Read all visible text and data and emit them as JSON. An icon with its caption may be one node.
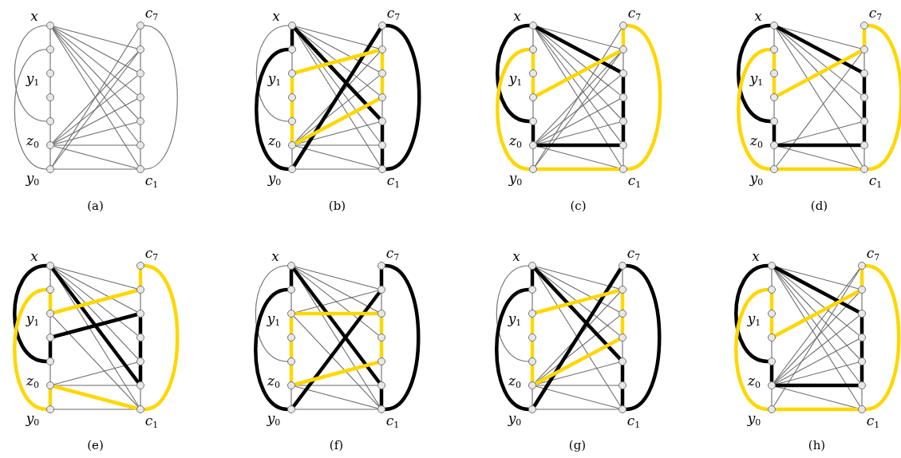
{
  "diagram": {
    "nodes": [
      {
        "text": [],
        "shape": "circle",
        "beside": [
          "x"
        ]
      },
      {
        "text": [],
        "shape": "circle"
      },
      {
        "text": [],
        "shape": "circle",
        "beside": [
          "y$_{1}$"
        ]
      },
      {
        "text": [],
        "shape": "circle"
      },
      {
        "text": [],
        "shape": "circle"
      },
      {
        "text": [],
        "shape": "circle",
        "beside": [
          "z$_{0}$"
        ]
      },
      {
        "text": [],
        "shape": "circle",
        "beside": [
          "y$_{0}$"
        ]
      },
      {
        "text": [],
        "shape": "circle",
        "beside": [
          "c$_{7}$"
        ]
      },
      {
        "text": [],
        "shape": "circle"
      },
      {
        "text": [],
        "shape": "circle"
      },
      {
        "text": [],
        "shape": "circle"
      },
      {
        "text": [],
        "shape": "circle"
      },
      {
        "text": [],
        "shape": "circle"
      },
      {
        "text": [],
        "shape": "circle",
        "beside": [
          "c$_{1}$"
        ]
      },
      {
        "text": [],
        "shape": "circle",
        "beside": [
          "x"
        ]
      },
      {
        "text": [],
        "shape": "circle"
      },
      {
        "text": [],
        "shape": "circle",
        "beside": [
          "y$_{1}$"
        ]
      },
      {
        "text": [],
        "shape": "circle"
      },
      {
        "text": [],
        "shape": "circle"
      },
      {
        "text": [],
        "shape": "circle",
        "beside": [
          "z$_{0}$"
        ]
      },
      {
        "text": [],
        "shape": "circle",
        "beside": [
          "y$_{0}$"
        ]
      },
      {
        "text": [],
        "shape": "circle",
        "beside": [
          "c$_{7}$"
        ]
      },
      {
        "text": [],
        "shape": "circle"
      },
      {
        "text": [],
        "shape": "circle"
      },
      {
        "text": [],
        "shape": "circle"
      },
      {
        "text": [],
        "shape": "circle"
      },
      {
        "text": [],
        "shape": "circle"
      },
      {
        "text": [],
        "shape": "circle",
        "beside": [
          "c$_{1}$"
        ]
      },
      {
        "text": [],
        "shape": "circle",
        "beside": [
          "x"
        ]
      },
      {
        "text": [],
        "shape": "circle"
      },
      {
        "text": [],
        "shape": "circle",
        "beside": [
          "y$_{1}$"
        ]
      },
      {
        "text": [],
        "shape": "circle"
      },
      {
        "text": [],
        "shape": "circle"
      },
      {
        "text": [],
        "shape": "circle",
        "beside": [
          "z$_{0}$"
        ]
      },
      {
        "text": [],
        "shape": "circle",
        "beside": [
          "y$_{0}$"
        ]
      },
      {
        "text": [],
        "shape": "circle",
        "beside": [
          "c$_{7}$"
        ]
      },
      {
        "text": [],
        "shape": "circle"
      },
      {
        "text": [],
        "shape": "circle"
      },
      {
        "text": [],
        "shape": "circle"
      },
      {
        "text": [],
        "shape": "circle"
      },
      {
        "text": [],
        "shape": "circle"
      },
      {
        "text": [],
        "shape": "circle",
        "beside": [
          "c$_{1}$"
        ]
      },
      {
        "text": [],
        "shape": "circle",
        "beside": [
          "x"
        ]
      },
      {
        "text": [],
        "shape": "circle"
      },
      {
        "text": [],
        "shape": "circle",
        "beside": [
          "y$_{1}$"
        ]
      },
      {
        "text": [],
        "shape": "circle"
      },
      {
        "text": [],
        "shape": "circle"
      },
      {
        "text": [],
        "shape": "circle",
        "beside": [
          "z$_{0}$"
        ]
      },
      {
        "text": [],
        "shape": "circle",
        "beside": [
          "y$_{0}$"
        ]
      },
      {
        "text": [],
        "shape": "circle",
        "beside": [
          "c$_{7}$"
        ]
      },
      {
        "text": [],
        "shape": "circle"
      },
      {
        "text": [],
        "shape": "circle"
      },
      {
        "text": [],
        "shape": "circle"
      },
      {
        "text": [],
        "shape": "circle"
      },
      {
        "text": [],
        "shape": "circle"
      },
      {
        "text": [],
        "shape": "circle",
        "beside": [
          "c$_{1}$"
        ]
      },
      {
        "text": [],
        "shape": "circle",
        "beside": [
          "x"
        ]
      },
      {
        "text": [],
        "shape": "circle"
      },
      {
        "text": [],
        "shape": "circle",
        "beside": [
          "y$_{1}$"
        ]
      },
      {
        "text": [],
        "shape": "circle"
      },
      {
        "text": [],
        "shape": "circle"
      },
      {
        "text": [],
        "shape": "circle",
        "beside": [
          "z$_{0}$"
        ]
      },
      {
        "text": [],
        "shape": "circle",
        "beside": [
          "y$_{0}$"
        ]
      },
      {
        "text": [],
        "shape": "circle",
        "beside": [
          "c$_{7}$"
        ]
      },
      {
        "text": [],
        "shape": "circle"
      },
      {
        "text": [],
        "shape": "circle"
      },
      {
        "text": [],
        "shape": "circle"
      },
      {
        "text": [],
        "shape": "circle"
      },
      {
        "text": [],
        "shape": "circle"
      },
      {
        "text": [],
        "shape": "circle",
        "beside": [
          "c$_{1}$"
        ]
      },
      {
        "text": [],
        "shape": "circle",
        "beside": [
          "x"
        ]
      },
      {
        "text": [],
        "shape": "circle"
      },
      {
        "text": [],
        "shape": "circle",
        "beside": [
          "y$_{1}$"
        ]
      },
      {
        "text": [],
        "shape": "circle"
      },
      {
        "text": [],
        "shape": "circle"
      },
      {
        "text": [],
        "shape": "circle",
        "beside": [
          "z$_{0}$"
        ]
      },
      {
        "text": [],
        "shape": "circle",
        "beside": [
          "y$_{0}$"
        ]
      },
      {
        "text": [],
        "shape": "circle",
        "beside": [
          "c$_{7}$"
        ]
      },
      {
        "text": [],
        "shape": "circle"
      },
      {
        "text": [],
        "shape": "circle"
      },
      {
        "text": [],
        "shape": "circle"
      },
      {
        "text": [],
        "shape": "circle"
      },
      {
        "text": [],
        "shape": "circle"
      },
      {
        "text": [],
        "shape": "circle",
        "beside": [
          "c$_{1}$"
        ]
      },
      {
        "text": [],
        "shape": "circle",
        "beside": [
          "x"
        ]
      },
      {
        "text": [],
        "shape": "circle"
      },
      {
        "text": [],
        "shape": "circle",
        "beside": [
          "y$_{1}$"
        ]
      },
      {
        "text": [],
        "shape": "circle"
      },
      {
        "text": [],
        "shape": "circle"
      },
      {
        "text": [],
        "shape": "circle",
        "beside": [
          "z$_{0}$"
        ]
      },
      {
        "text": [],
        "shape": "circle",
        "beside": [
          "y$_{0}$"
        ]
      },
      {
        "text": [],
        "shape": "circle",
        "beside": [
          "c$_{7}$"
        ]
      },
      {
        "text": [],
        "shape": "circle"
      },
      {
        "text": [],
        "shape": "circle"
      },
      {
        "text": [],
        "shape": "circle"
      },
      {
        "text": [],
        "shape": "circle"
      },
      {
        "text": [],
        "shape": "circle"
      },
      {
        "text": [],
        "shape": "circle",
        "beside": [
          "c$_{1}$"
        ]
      },
      {
        "text": [],
        "shape": "circle",
        "beside": [
          "x"
        ]
      },
      {
        "text": [],
        "shape": "circle"
      },
      {
        "text": [],
        "shape": "circle",
        "beside": [
          "y$_{1}$"
        ]
      },
      {
        "text": [],
        "shape": "circle"
      },
      {
        "text": [],
        "shape": "circle"
      },
      {
        "text": [],
        "shape": "circle",
        "beside": [
          "z$_{0}$"
        ]
      },
      {
        "text": [],
        "shape": "circle",
        "beside": [
          "y$_{0}$"
        ]
      },
      {
        "text": [],
        "shape": "circle",
        "beside": [
          "c$_{7}$"
        ]
      },
      {
        "text": [],
        "shape": "circle"
      },
      {
        "text": [],
        "shape": "circle"
      },
      {
        "text": [],
        "shape": "circle"
      },
      {
        "text": [],
        "shape": "circle"
      },
      {
        "text": [],
        "shape": "circle"
      },
      {
        "text": [],
        "shape": "circle",
        "beside": [
          "c$_{1}$"
        ]
      }
    ],
    "edges": [
      {
        "from": 0,
        "to": 1,
        "arrow": "none"
      },
      {
        "from": 1,
        "to": 2,
        "arrow": "none"
      },
      {
        "from": 2,
        "to": 3,
        "arrow": "none"
      },
      {
        "from": 3,
        "to": 4,
        "arrow": "none"
      },
      {
        "from": 4,
        "to": 5,
        "arrow": "none"
      },
      {
        "from": 5,
        "to": 6,
        "arrow": "none"
      },
      {
        "from": 7,
        "to": 8,
        "arrow": "none"
      },
      {
        "from": 8,
        "to": 9,
        "arrow": "none"
      },
      {
        "from": 9,
        "to": 10,
        "arrow": "none"
      },
      {
        "from": 10,
        "to": 11,
        "arrow": "none"
      },
      {
        "from": 11,
        "to": 12,
        "arrow": "none"
      },
      {
        "from": 12,
        "to": 13,
        "arrow": "none"
      },
      {
        "from": 0,
        "to": 4,
        "arrow": "none"
      },
      {
        "from": 1,
        "to": 6,
        "arrow": "none"
      },
      {
        "from": 7,
        "to": 13,
        "arrow": "none"
      },
      {
        "from": 0,
        "to": 8,
        "arrow": "none"
      },
      {
        "from": 0,
        "to": 9,
        "arrow": "none"
      },
      {
        "from": 0,
        "to": 10,
        "arrow": "none"
      },
      {
        "from": 0,
        "to": 11,
        "arrow": "none"
      },
      {
        "from": 0,
        "to": 12,
        "arrow": "none"
      },
      {
        "from": 0,
        "to": 13,
        "arrow": "none"
      },
      {
        "from": 5,
        "to": 8,
        "arrow": "none"
      },
      {
        "from": 5,
        "to": 9,
        "arrow": "none"
      },
      {
        "from": 5,
        "to": 10,
        "arrow": "none"
      },
      {
        "from": 5,
        "to": 11,
        "arrow": "none"
      },
      {
        "from": 5,
        "to": 12,
        "arrow": "none"
      },
      {
        "from": 5,
        "to": 13,
        "arrow": "none"
      },
      {
        "from": 6,
        "to": 7,
        "arrow": "none"
      },
      {
        "from": 6,
        "to": 8,
        "arrow": "none"
      },
      {
        "from": 6,
        "to": 13,
        "arrow": "none"
      },
      {
        "from": 15,
        "to": 16,
        "arrow": "none"
      },
      {
        "from": 19,
        "to": 20,
        "arrow": "none"
      },
      {
        "from": 21,
        "to": 22,
        "arrow": "none"
      },
      {
        "from": 24,
        "to": 25,
        "arrow": "none"
      },
      {
        "from": 14,
        "to": 18,
        "arrow": "none"
      },
      {
        "from": 14,
        "to": 22,
        "arrow": "none"
      },
      {
        "from": 14,
        "to": 23,
        "arrow": "none"
      },
      {
        "from": 14,
        "to": 24,
        "arrow": "none"
      },
      {
        "from": 14,
        "to": 26,
        "arrow": "none"
      },
      {
        "from": 14,
        "to": 27,
        "arrow": "none"
      },
      {
        "from": 19,
        "to": 22,
        "arrow": "none"
      },
      {
        "from": 19,
        "to": 23,
        "arrow": "none"
      },
      {
        "from": 19,
        "to": 25,
        "arrow": "none"
      },
      {
        "from": 19,
        "to": 26,
        "arrow": "none"
      },
      {
        "from": 19,
        "to": 27,
        "arrow": "none"
      },
      {
        "from": 20,
        "to": 27,
        "arrow": "none"
      },
      {
        "from": 14,
        "to": 15,
        "arrow": "none",
        "style": "thick",
        "color": "#000000"
      },
      {
        "from": 15,
        "to": 20,
        "arrow": "none",
        "style": "thick",
        "color": "#000000"
      },
      {
        "from": 20,
        "to": 21,
        "arrow": "none",
        "style": "thick",
        "color": "#000000"
      },
      {
        "from": 21,
        "to": 27,
        "arrow": "none",
        "style": "thick",
        "color": "#000000"
      },
      {
        "from": 14,
        "to": 25,
        "arrow": "none",
        "style": "thick",
        "color": "#000000"
      },
      {
        "from": 25,
        "to": 26,
        "arrow": "none",
        "style": "thick",
        "color": "#000000"
      },
      {
        "from": 26,
        "to": 27,
        "arrow": "none",
        "style": "thick",
        "color": "#000000"
      },
      {
        "from": 16,
        "to": 22,
        "arrow": "none",
        "style": "thick",
        "color": "#ffd700"
      },
      {
        "from": 22,
        "to": 23,
        "arrow": "none",
        "style": "thick",
        "color": "#ffd700"
      },
      {
        "from": 23,
        "to": 24,
        "arrow": "none",
        "style": "thick",
        "color": "#ffd700"
      },
      {
        "from": 24,
        "to": 19,
        "arrow": "none",
        "style": "thick",
        "color": "#ffd700"
      },
      {
        "from": 19,
        "to": 18,
        "arrow": "none",
        "style": "thick",
        "color": "#ffd700"
      },
      {
        "from": 18,
        "to": 17,
        "arrow": "none",
        "style": "thick",
        "color": "#ffd700"
      },
      {
        "from": 17,
        "to": 16,
        "arrow": "none",
        "style": "thick",
        "color": "#ffd700"
      },
      {
        "from": 28,
        "to": 29,
        "arrow": "none"
      },
      {
        "from": 31,
        "to": 32,
        "arrow": "none"
      },
      {
        "from": 33,
        "to": 34,
        "arrow": "none"
      },
      {
        "from": 36,
        "to": 37,
        "arrow": "none"
      },
      {
        "from": 40,
        "to": 41,
        "arrow": "none"
      },
      {
        "from": 28,
        "to": 36,
        "arrow": "none"
      },
      {
        "from": 28,
        "to": 38,
        "arrow": "none"
      },
      {
        "from": 28,
        "to": 39,
        "arrow": "none"
      },
      {
        "from": 28,
        "to": 40,
        "arrow": "none"
      },
      {
        "from": 28,
        "to": 41,
        "arrow": "none"
      },
      {
        "from": 33,
        "to": 36,
        "arrow": "none"
      },
      {
        "from": 33,
        "to": 37,
        "arrow": "none"
      },
      {
        "from": 33,
        "to": 38,
        "arrow": "none"
      },
      {
        "from": 33,
        "to": 39,
        "arrow": "none"
      },
      {
        "from": 33,
        "to": 41,
        "arrow": "none"
      },
      {
        "from": 34,
        "to": 35,
        "arrow": "none"
      },
      {
        "from": 34,
        "to": 36,
        "arrow": "none"
      },
      {
        "from": 28,
        "to": 32,
        "arrow": "none",
        "style": "thick",
        "color": "#000000"
      },
      {
        "from": 28,
        "to": 37,
        "arrow": "none",
        "style": "thick",
        "color": "#000000"
      },
      {
        "from": 37,
        "to": 38,
        "arrow": "none",
        "style": "thick",
        "color": "#000000"
      },
      {
        "from": 38,
        "to": 39,
        "arrow": "none",
        "style": "thick",
        "color": "#000000"
      },
      {
        "from": 39,
        "to": 40,
        "arrow": "none",
        "style": "thick",
        "color": "#000000"
      },
      {
        "from": 40,
        "to": 33,
        "arrow": "none",
        "style": "thick",
        "color": "#000000"
      },
      {
        "from": 33,
        "to": 32,
        "arrow": "none",
        "style": "thick",
        "color": "#000000"
      },
      {
        "from": 29,
        "to": 34,
        "arrow": "none",
        "style": "thick",
        "color": "#ffd700"
      },
      {
        "from": 29,
        "to": 30,
        "arrow": "none",
        "style": "thick",
        "color": "#ffd700"
      },
      {
        "from": 30,
        "to": 31,
        "arrow": "none",
        "style": "thick",
        "color": "#ffd700"
      },
      {
        "from": 31,
        "to": 36,
        "arrow": "none",
        "style": "thick",
        "color": "#ffd700"
      },
      {
        "from": 36,
        "to": 35,
        "arrow": "none",
        "style": "thick",
        "color": "#ffd700"
      },
      {
        "from": 35,
        "to": 41,
        "arrow": "none",
        "style": "thick",
        "color": "#ffd700"
      },
      {
        "from": 41,
        "to": 34,
        "arrow": "none",
        "style": "thick",
        "color": "#ffd700"
      },
      {
        "from": 42,
        "to": 43,
        "arrow": "none"
      },
      {
        "from": 45,
        "to": 46,
        "arrow": "none"
      },
      {
        "from": 47,
        "to": 48,
        "arrow": "none"
      },
      {
        "from": 50,
        "to": 51,
        "arrow": "none"
      },
      {
        "from": 54,
        "to": 55,
        "arrow": "none"
      },
      {
        "from": 42,
        "to": 50,
        "arrow": "none"
      },
      {
        "from": 42,
        "to": 52,
        "arrow": "none"
      },
      {
        "from": 42,
        "to": 53,
        "arrow": "none"
      },
      {
        "from": 42,
        "to": 55,
        "arrow": "none"
      },
      {
        "from": 47,
        "to": 53,
        "arrow": "none"
      },
      {
        "from": 47,
        "to": 55,
        "arrow": "none"
      },
      {
        "from": 48,
        "to": 50,
        "arrow": "none"
      },
      {
        "from": 42,
        "to": 46,
        "arrow": "none",
        "style": "thick",
        "color": "#000000"
      },
      {
        "from": 42,
        "to": 51,
        "arrow": "none",
        "style": "thick",
        "color": "#000000"
      },
      {
        "from": 51,
        "to": 52,
        "arrow": "none",
        "style": "thick",
        "color": "#000000"
      },
      {
        "from": 52,
        "to": 53,
        "arrow": "none",
        "style": "thick",
        "color": "#000000"
      },
      {
        "from": 53,
        "to": 54,
        "arrow": "none",
        "style": "thick",
        "color": "#000000"
      },
      {
        "from": 54,
        "to": 47,
        "arrow": "none",
        "style": "thick",
        "color": "#000000"
      },
      {
        "from": 47,
        "to": 46,
        "arrow": "none",
        "style": "thick",
        "color": "#000000"
      },
      {
        "from": 43,
        "to": 48,
        "arrow": "none",
        "style": "thick",
        "color": "#ffd700"
      },
      {
        "from": 43,
        "to": 44,
        "arrow": "none",
        "style": "thick",
        "color": "#ffd700"
      },
      {
        "from": 44,
        "to": 45,
        "arrow": "none",
        "style": "thick",
        "color": "#ffd700"
      },
      {
        "from": 45,
        "to": 50,
        "arrow": "none",
        "style": "thick",
        "color": "#ffd700"
      },
      {
        "from": 50,
        "to": 49,
        "arrow": "none",
        "style": "thick",
        "color": "#ffd700"
      },
      {
        "from": 49,
        "to": 55,
        "arrow": "none",
        "style": "thick",
        "color": "#ffd700"
      },
      {
        "from": 55,
        "to": 48,
        "arrow": "none",
        "style": "thick",
        "color": "#ffd700"
      },
      {
        "from": 56,
        "to": 57,
        "arrow": "none"
      },
      {
        "from": 58,
        "to": 59,
        "arrow": "none"
      },
      {
        "from": 60,
        "to": 61,
        "arrow": "none"
      },
      {
        "from": 64,
        "to": 65,
        "arrow": "none"
      },
      {
        "from": 68,
        "to": 69,
        "arrow": "none"
      },
      {
        "from": 56,
        "to": 64,
        "arrow": "none"
      },
      {
        "from": 56,
        "to": 65,
        "arrow": "none"
      },
      {
        "from": 56,
        "to": 66,
        "arrow": "none"
      },
      {
        "from": 56,
        "to": 67,
        "arrow": "none"
      },
      {
        "from": 56,
        "to": 69,
        "arrow": "none"
      },
      {
        "from": 58,
        "to": 69,
        "arrow": "none"
      },
      {
        "from": 61,
        "to": 67,
        "arrow": "none"
      },
      {
        "from": 61,
        "to": 68,
        "arrow": "none"
      },
      {
        "from": 62,
        "to": 69,
        "arrow": "none"
      },
      {
        "from": 56,
        "to": 60,
        "arrow": "none",
        "style": "thick",
        "color": "#000000"
      },
      {
        "from": 56,
        "to": 68,
        "arrow": "none",
        "style": "thick",
        "color": "#000000"
      },
      {
        "from": 68,
        "to": 67,
        "arrow": "none",
        "style": "thick",
        "color": "#000000"
      },
      {
        "from": 67,
        "to": 66,
        "arrow": "none",
        "style": "thick",
        "color": "#000000"
      },
      {
        "from": 66,
        "to": 65,
        "arrow": "none",
        "style": "thick",
        "color": "#000000"
      },
      {
        "from": 65,
        "to": 59,
        "arrow": "none",
        "style": "thick",
        "color": "#000000"
      },
      {
        "from": 59,
        "to": 60,
        "arrow": "none",
        "style": "thick",
        "color": "#000000"
      },
      {
        "from": 57,
        "to": 62,
        "arrow": "none",
        "style": "thick",
        "color": "#ffd700"
      },
      {
        "from": 57,
        "to": 58,
        "arrow": "none",
        "style": "thick",
        "color": "#ffd700"
      },
      {
        "from": 58,
        "to": 64,
        "arrow": "none",
        "style": "thick",
        "color": "#ffd700"
      },
      {
        "from": 64,
        "to": 63,
        "arrow": "none",
        "style": "thick",
        "color": "#ffd700"
      },
      {
        "from": 63,
        "to": 69,
        "arrow": "none",
        "style": "thick",
        "color": "#ffd700"
      },
      {
        "from": 69,
        "to": 61,
        "arrow": "none",
        "style": "thick",
        "color": "#ffd700"
      },
      {
        "from": 61,
        "to": 62,
        "arrow": "none",
        "style": "thick",
        "color": "#ffd700"
      },
      {
        "from": 70,
        "to": 74,
        "arrow": "none"
      },
      {
        "from": 71,
        "to": 72,
        "arrow": "none"
      },
      {
        "from": 75,
        "to": 76,
        "arrow": "none"
      },
      {
        "from": 78,
        "to": 79,
        "arrow": "none"
      },
      {
        "from": 81,
        "to": 82,
        "arrow": "none"
      },
      {
        "from": 70,
        "to": 78,
        "arrow": "none"
      },
      {
        "from": 70,
        "to": 79,
        "arrow": "none"
      },
      {
        "from": 70,
        "to": 80,
        "arrow": "none"
      },
      {
        "from": 70,
        "to": 83,
        "arrow": "none"
      },
      {
        "from": 72,
        "to": 78,
        "arrow": "none"
      },
      {
        "from": 72,
        "to": 83,
        "arrow": "none"
      },
      {
        "from": 75,
        "to": 82,
        "arrow": "none"
      },
      {
        "from": 75,
        "to": 83,
        "arrow": "none"
      },
      {
        "from": 76,
        "to": 83,
        "arrow": "none"
      },
      {
        "from": 70,
        "to": 71,
        "arrow": "none",
        "style": "thick",
        "color": "#000000"
      },
      {
        "from": 71,
        "to": 76,
        "arrow": "none",
        "style": "thick",
        "color": "#000000"
      },
      {
        "from": 76,
        "to": 78,
        "arrow": "none",
        "style": "thick",
        "color": "#000000"
      },
      {
        "from": 78,
        "to": 77,
        "arrow": "none",
        "style": "thick",
        "color": "#000000"
      },
      {
        "from": 77,
        "to": 83,
        "arrow": "none",
        "style": "thick",
        "color": "#000000"
      },
      {
        "from": 83,
        "to": 82,
        "arrow": "none",
        "style": "thick",
        "color": "#000000"
      },
      {
        "from": 70,
        "to": 82,
        "arrow": "none",
        "style": "thick",
        "color": "#000000"
      },
      {
        "from": 72,
        "to": 79,
        "arrow": "none",
        "style": "thick",
        "color": "#ffd700"
      },
      {
        "from": 79,
        "to": 80,
        "arrow": "none",
        "style": "thick",
        "color": "#ffd700"
      },
      {
        "from": 80,
        "to": 81,
        "arrow": "none",
        "style": "thick",
        "color": "#ffd700"
      },
      {
        "from": 81,
        "to": 75,
        "arrow": "none",
        "style": "thick",
        "color": "#ffd700"
      },
      {
        "from": 75,
        "to": 74,
        "arrow": "none",
        "style": "thick",
        "color": "#ffd700"
      },
      {
        "from": 74,
        "to": 73,
        "arrow": "none",
        "style": "thick",
        "color": "#ffd700"
      },
      {
        "from": 73,
        "to": 72,
        "arrow": "none",
        "style": "thick",
        "color": "#ffd700"
      },
      {
        "from": 84,
        "to": 88,
        "arrow": "none"
      },
      {
        "from": 85,
        "to": 86,
        "arrow": "none"
      },
      {
        "from": 89,
        "to": 90,
        "arrow": "none"
      },
      {
        "from": 91,
        "to": 92,
        "arrow": "none"
      },
      {
        "from": 94,
        "to": 95,
        "arrow": "none"
      },
      {
        "from": 84,
        "to": 92,
        "arrow": "none"
      },
      {
        "from": 84,
        "to": 93,
        "arrow": "none"
      },
      {
        "from": 84,
        "to": 94,
        "arrow": "none"
      },
      {
        "from": 84,
        "to": 97,
        "arrow": "none"
      },
      {
        "from": 89,
        "to": 92,
        "arrow": "none"
      },
      {
        "from": 89,
        "to": 93,
        "arrow": "none"
      },
      {
        "from": 89,
        "to": 95,
        "arrow": "none"
      },
      {
        "from": 89,
        "to": 96,
        "arrow": "none"
      },
      {
        "from": 89,
        "to": 97,
        "arrow": "none"
      },
      {
        "from": 90,
        "to": 97,
        "arrow": "none"
      },
      {
        "from": 84,
        "to": 85,
        "arrow": "none",
        "style": "thick",
        "color": "#000000"
      },
      {
        "from": 85,
        "to": 90,
        "arrow": "none",
        "style": "thick",
        "color": "#000000"
      },
      {
        "from": 90,
        "to": 91,
        "arrow": "none",
        "style": "thick",
        "color": "#000000"
      },
      {
        "from": 91,
        "to": 97,
        "arrow": "none",
        "style": "thick",
        "color": "#000000"
      },
      {
        "from": 84,
        "to": 95,
        "arrow": "none",
        "style": "thick",
        "color": "#000000"
      },
      {
        "from": 95,
        "to": 96,
        "arrow": "none",
        "style": "thick",
        "color": "#000000"
      },
      {
        "from": 96,
        "to": 97,
        "arrow": "none",
        "style": "thick",
        "color": "#000000"
      },
      {
        "from": 86,
        "to": 92,
        "arrow": "none",
        "style": "thick",
        "color": "#ffd700"
      },
      {
        "from": 92,
        "to": 93,
        "arrow": "none",
        "style": "thick",
        "color": "#ffd700"
      },
      {
        "from": 93,
        "to": 94,
        "arrow": "none",
        "style": "thick",
        "color": "#ffd700"
      },
      {
        "from": 94,
        "to": 89,
        "arrow": "none",
        "style": "thick",
        "color": "#ffd700"
      },
      {
        "from": 89,
        "to": 88,
        "arrow": "none",
        "style": "thick",
        "color": "#ffd700"
      },
      {
        "from": 88,
        "to": 87,
        "arrow": "none",
        "style": "thick",
        "color": "#ffd700"
      },
      {
        "from": 87,
        "to": 86,
        "arrow": "none",
        "style": "thick",
        "color": "#ffd700"
      },
      {
        "from": 98,
        "to": 99,
        "arrow": "none"
      },
      {
        "from": 101,
        "to": 102,
        "arrow": "none"
      },
      {
        "from": 103,
        "to": 104,
        "arrow": "none"
      },
      {
        "from": 106,
        "to": 107,
        "arrow": "none"
      },
      {
        "from": 110,
        "to": 111,
        "arrow": "none"
      },
      {
        "from": 98,
        "to": 106,
        "arrow": "none"
      },
      {
        "from": 98,
        "to": 108,
        "arrow": "none"
      },
      {
        "from": 98,
        "to": 109,
        "arrow": "none"
      },
      {
        "from": 98,
        "to": 110,
        "arrow": "none"
      },
      {
        "from": 98,
        "to": 111,
        "arrow": "none"
      },
      {
        "from": 103,
        "to": 105,
        "arrow": "none"
      },
      {
        "from": 103,
        "to": 106,
        "arrow": "none"
      },
      {
        "from": 103,
        "to": 107,
        "arrow": "none"
      },
      {
        "from": 103,
        "to": 108,
        "arrow": "none"
      },
      {
        "from": 103,
        "to": 109,
        "arrow": "none"
      },
      {
        "from": 103,
        "to": 111,
        "arrow": "none"
      },
      {
        "from": 104,
        "to": 105,
        "arrow": "none"
      },
      {
        "from": 98,
        "to": 102,
        "arrow": "none",
        "style": "thick",
        "color": "#000000"
      },
      {
        "from": 98,
        "to": 107,
        "arrow": "none",
        "style": "thick",
        "color": "#000000"
      },
      {
        "from": 107,
        "to": 108,
        "arrow": "none",
        "style": "thick",
        "color": "#000000"
      },
      {
        "from": 108,
        "to": 109,
        "arrow": "none",
        "style": "thick",
        "color": "#000000"
      },
      {
        "from": 109,
        "to": 110,
        "arrow": "none",
        "style": "thick",
        "color": "#000000"
      },
      {
        "from": 110,
        "to": 103,
        "arrow": "none",
        "style": "thick",
        "color": "#000000"
      },
      {
        "from": 103,
        "to": 102,
        "arrow": "none",
        "style": "thick",
        "color": "#000000"
      },
      {
        "from": 99,
        "to": 104,
        "arrow": "none",
        "style": "thick",
        "color": "#ffd700"
      },
      {
        "from": 99,
        "to": 100,
        "arrow": "none",
        "style": "thick",
        "color": "#ffd700"
      },
      {
        "from": 100,
        "to": 101,
        "arrow": "none",
        "style": "thick",
        "color": "#ffd700"
      },
      {
        "from": 101,
        "to": 106,
        "arrow": "none",
        "style": "thick",
        "color": "#ffd700"
      },
      {
        "from": 106,
        "to": 105,
        "arrow": "none",
        "style": "thick",
        "color": "#ffd700"
      },
      {
        "from": 105,
        "to": 111,
        "arrow": "none",
        "style": "thick",
        "color": "#ffd700"
      },
      {
        "from": 111,
        "to": 104,
        "arrow": "none",
        "style": "thick",
        "color": "#ffd700"
      }
    ],
    "labels": [
      "(a)",
      "(b)",
      "(c)",
      "(d)",
      "(e)",
      "(f)",
      "(g)",
      "(h)"
    ]
  }
}
